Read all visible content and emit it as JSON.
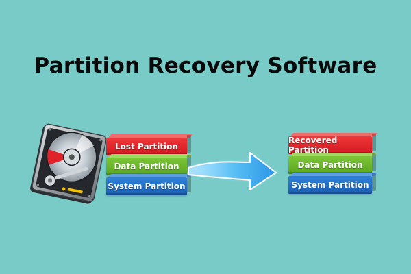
{
  "title": "Partition Recovery Software",
  "left_stack": {
    "icon": "hard-drive-icon",
    "partitions": [
      {
        "label": "Lost Partition",
        "color": "#e8262c"
      },
      {
        "label": "Data Partition",
        "color": "#6cba2a"
      },
      {
        "label": "System Partition",
        "color": "#1f6fc8"
      }
    ]
  },
  "arrow": {
    "icon": "arrow-right-icon",
    "color": "#3aa6ec"
  },
  "right_stack": {
    "partitions": [
      {
        "label": "Recovered Partition",
        "color": "#e8262c"
      },
      {
        "label": "Data Partition",
        "color": "#6cba2a"
      },
      {
        "label": "System Partition",
        "color": "#1f6fc8"
      }
    ]
  },
  "colors": {
    "background": "#79cbc7",
    "title_text": "#0a0a0a"
  }
}
